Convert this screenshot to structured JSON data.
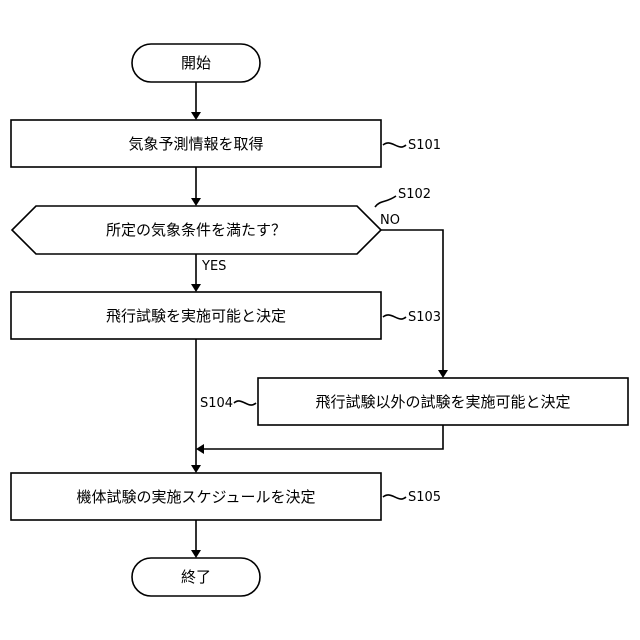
{
  "nodes": {
    "start": {
      "text": "開始"
    },
    "s101": {
      "text": "気象予測情報を取得",
      "label": "S101"
    },
    "s102": {
      "text": "所定の気象条件を満たす？",
      "label": "S102"
    },
    "s103": {
      "text": "飛行試験を実施可能と決定",
      "label": "S103"
    },
    "s104": {
      "text": "飛行試験以外の試験を実施可能と決定",
      "label": "S104"
    },
    "s105": {
      "text": "機体試験の実施スケジュールを決定",
      "label": "S105"
    },
    "end": {
      "text": "終了"
    }
  },
  "branches": {
    "yes": "YES",
    "no": "NO"
  }
}
